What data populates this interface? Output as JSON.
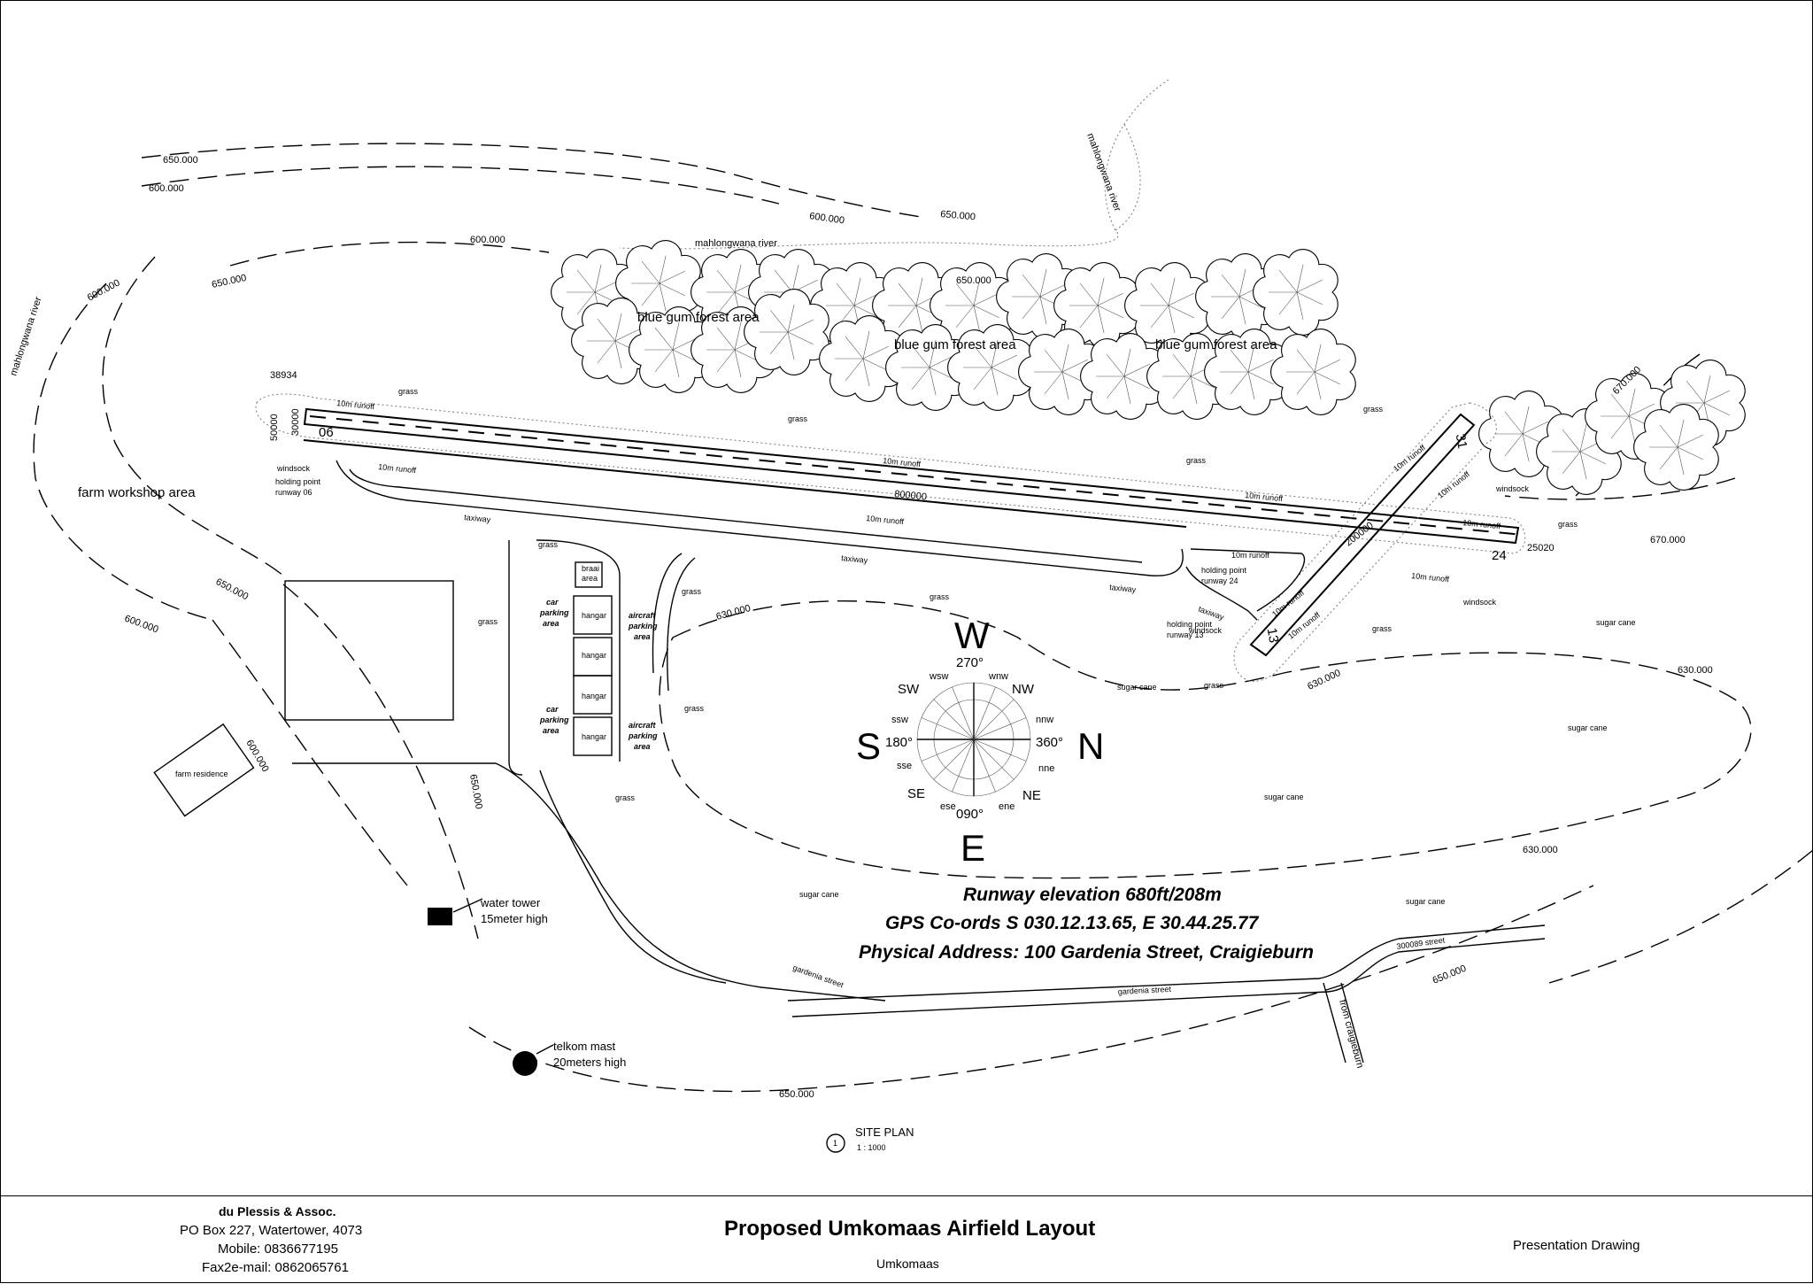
{
  "drawing": {
    "view_title": "SITE PLAN",
    "view_number": "1",
    "scale": "1 : 1000"
  },
  "info": {
    "elevation": "Runway elevation 680ft/208m",
    "gps": "GPS Co-ords S 030.12.13.65, E 30.44.25.77",
    "address": "Physical Address: 100 Gardenia Street, Craigieburn"
  },
  "compass": {
    "W": "W",
    "S": "S",
    "N": "N",
    "E": "E",
    "deg_w": "270°",
    "deg_s": "180°",
    "deg_n": "360°",
    "deg_e": "090°",
    "wsw": "wsw",
    "wnw": "wnw",
    "SW": "SW",
    "NW": "NW",
    "ssw": "ssw",
    "nnw": "nnw",
    "sse": "sse",
    "nne": "nne",
    "SE": "SE",
    "NE": "NE",
    "ese": "ese",
    "ene": "ene"
  },
  "contours": {
    "c650": "650.000",
    "c600": "600.000",
    "c670": "670.000",
    "c630": "630.000"
  },
  "rivers": {
    "r1": "mahlongwana river",
    "r2": "mahlongwana river",
    "r3": "mahlongwana river"
  },
  "areas": {
    "forest": "blue gum forest area",
    "farm_workshop": "farm workshop area",
    "farm_residence": "farm residence",
    "grass": "grass",
    "sugar_cane": "sugar cane",
    "car_parking": [
      "car",
      "parking",
      "area"
    ],
    "aircraft_parking": [
      "aircraft",
      "parking",
      "area"
    ],
    "hangar": "hangar",
    "braai": [
      "braai",
      "area"
    ]
  },
  "airfield": {
    "runway06": "06",
    "runway24": "24",
    "runway13": "13",
    "runway31": "31",
    "runoff": "10m runoff",
    "taxiway": "taxiway",
    "windsock": "windsock",
    "dim_38934": "38934",
    "dim_50000": "50000",
    "dim_30000": "30000",
    "dim_800000": "800000",
    "dim_200000": "200000",
    "dim_25020": "25020",
    "hold_06": [
      "holding point",
      "runway 06"
    ],
    "hold_24": [
      "holding point",
      "runway 24"
    ],
    "hold_13": [
      "holding point",
      "runway 13"
    ]
  },
  "landmarks": {
    "water_tower": [
      "water tower",
      "15meter high"
    ],
    "telkom_mast": [
      "telkom mast",
      "20meters high"
    ],
    "gardenia_street": "gardenia street",
    "from_craigieburn": "from craigieburn",
    "road_dim": "300089 street"
  },
  "titleblock": {
    "firm": "du Plessis & Assoc.",
    "po_box": "PO Box 227, Watertower, 4073",
    "mobile": "Mobile: 0836677195",
    "fax": "Fax2e-mail: 0862065761",
    "title": "Proposed Umkomaas Airfield Layout",
    "location": "Umkomaas",
    "status": "Presentation Drawing"
  }
}
